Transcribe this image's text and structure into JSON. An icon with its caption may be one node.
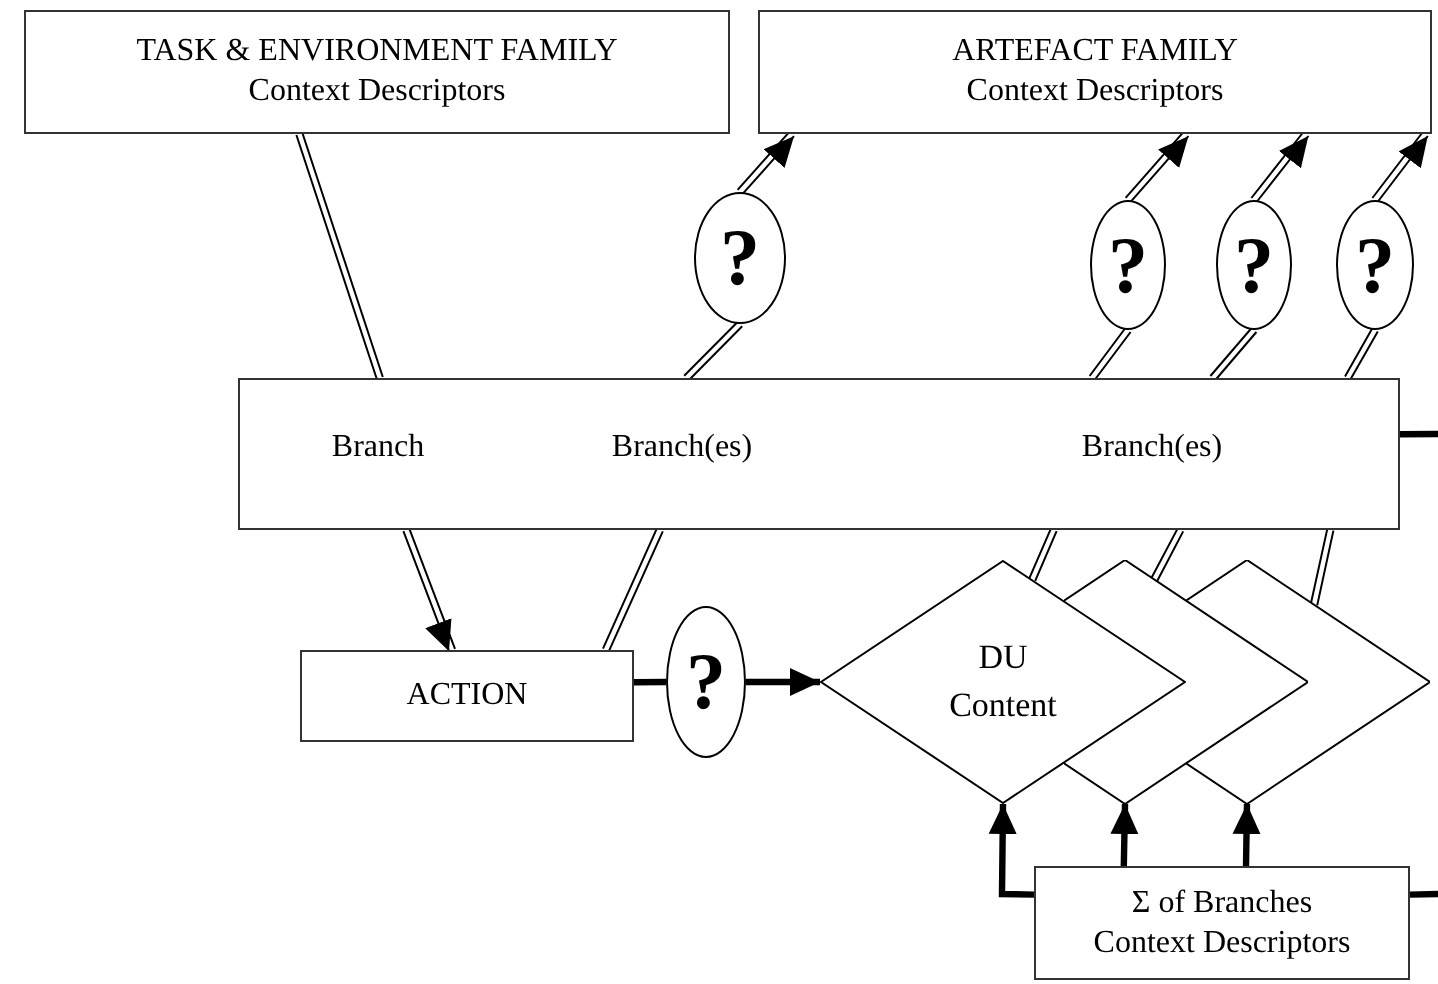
{
  "diagram": {
    "nodes": [
      {
        "text": [
          "TASK & ENVIRONMENT FAMILY",
          "Context Descriptors"
        ]
      },
      {
        "text": [
          "ARTEFACT FAMILY",
          "Context Descriptors"
        ]
      },
      {
        "text": [
          "?"
        ]
      },
      {
        "text": [
          "?"
        ]
      },
      {
        "text": [
          "?"
        ]
      },
      {
        "text": [
          "?"
        ]
      },
      {
        "text": [
          "Branch",
          "Branch(es)",
          "Branch(es)"
        ]
      },
      {
        "text": [
          "ACTION"
        ]
      },
      {
        "text": [
          "?"
        ]
      },
      {
        "text": [
          "DU Content"
        ]
      },
      {
        "text": [],
        "shape": "diamond"
      },
      {
        "text": [],
        "shape": "diamond"
      },
      {
        "text": [
          "Σ of Branches",
          "Context Descriptors"
        ]
      }
    ],
    "edges": [
      {
        "from": 0,
        "to": 6,
        "arrow": "none"
      },
      {
        "from": 6,
        "to": 7,
        "arrow": "to"
      },
      {
        "from": 7,
        "to": 6,
        "arrow": "none"
      },
      {
        "from": 6,
        "to": 2,
        "arrow": "none"
      },
      {
        "from": 2,
        "to": 1,
        "arrow": "to"
      },
      {
        "from": 9,
        "to": 6,
        "arrow": "none"
      },
      {
        "from": 6,
        "to": 3,
        "arrow": "none"
      },
      {
        "from": 3,
        "to": 1,
        "arrow": "to"
      },
      {
        "from": 10,
        "to": 6,
        "arrow": "none"
      },
      {
        "from": 6,
        "to": 4,
        "arrow": "none"
      },
      {
        "from": 4,
        "to": 1,
        "arrow": "to"
      },
      {
        "from": 11,
        "to": 6,
        "arrow": "none"
      },
      {
        "from": 6,
        "to": 5,
        "arrow": "none"
      },
      {
        "from": 5,
        "to": 1,
        "arrow": "to"
      },
      {
        "from": 7,
        "to": 8,
        "arrow": "none",
        "style": "thick"
      },
      {
        "from": 8,
        "to": 9,
        "arrow": "to",
        "style": "thick"
      },
      {
        "from": 12,
        "to": 9,
        "arrow": "to",
        "style": "thick"
      },
      {
        "from": 12,
        "to": 10,
        "arrow": "to",
        "style": "thick"
      },
      {
        "from": 12,
        "to": 11,
        "arrow": "to",
        "style": "thick"
      },
      {
        "from": 6,
        "to": null,
        "arrow": "none",
        "style": "thick"
      },
      {
        "from": 12,
        "to": null,
        "arrow": "none",
        "style": "thick"
      }
    ]
  }
}
